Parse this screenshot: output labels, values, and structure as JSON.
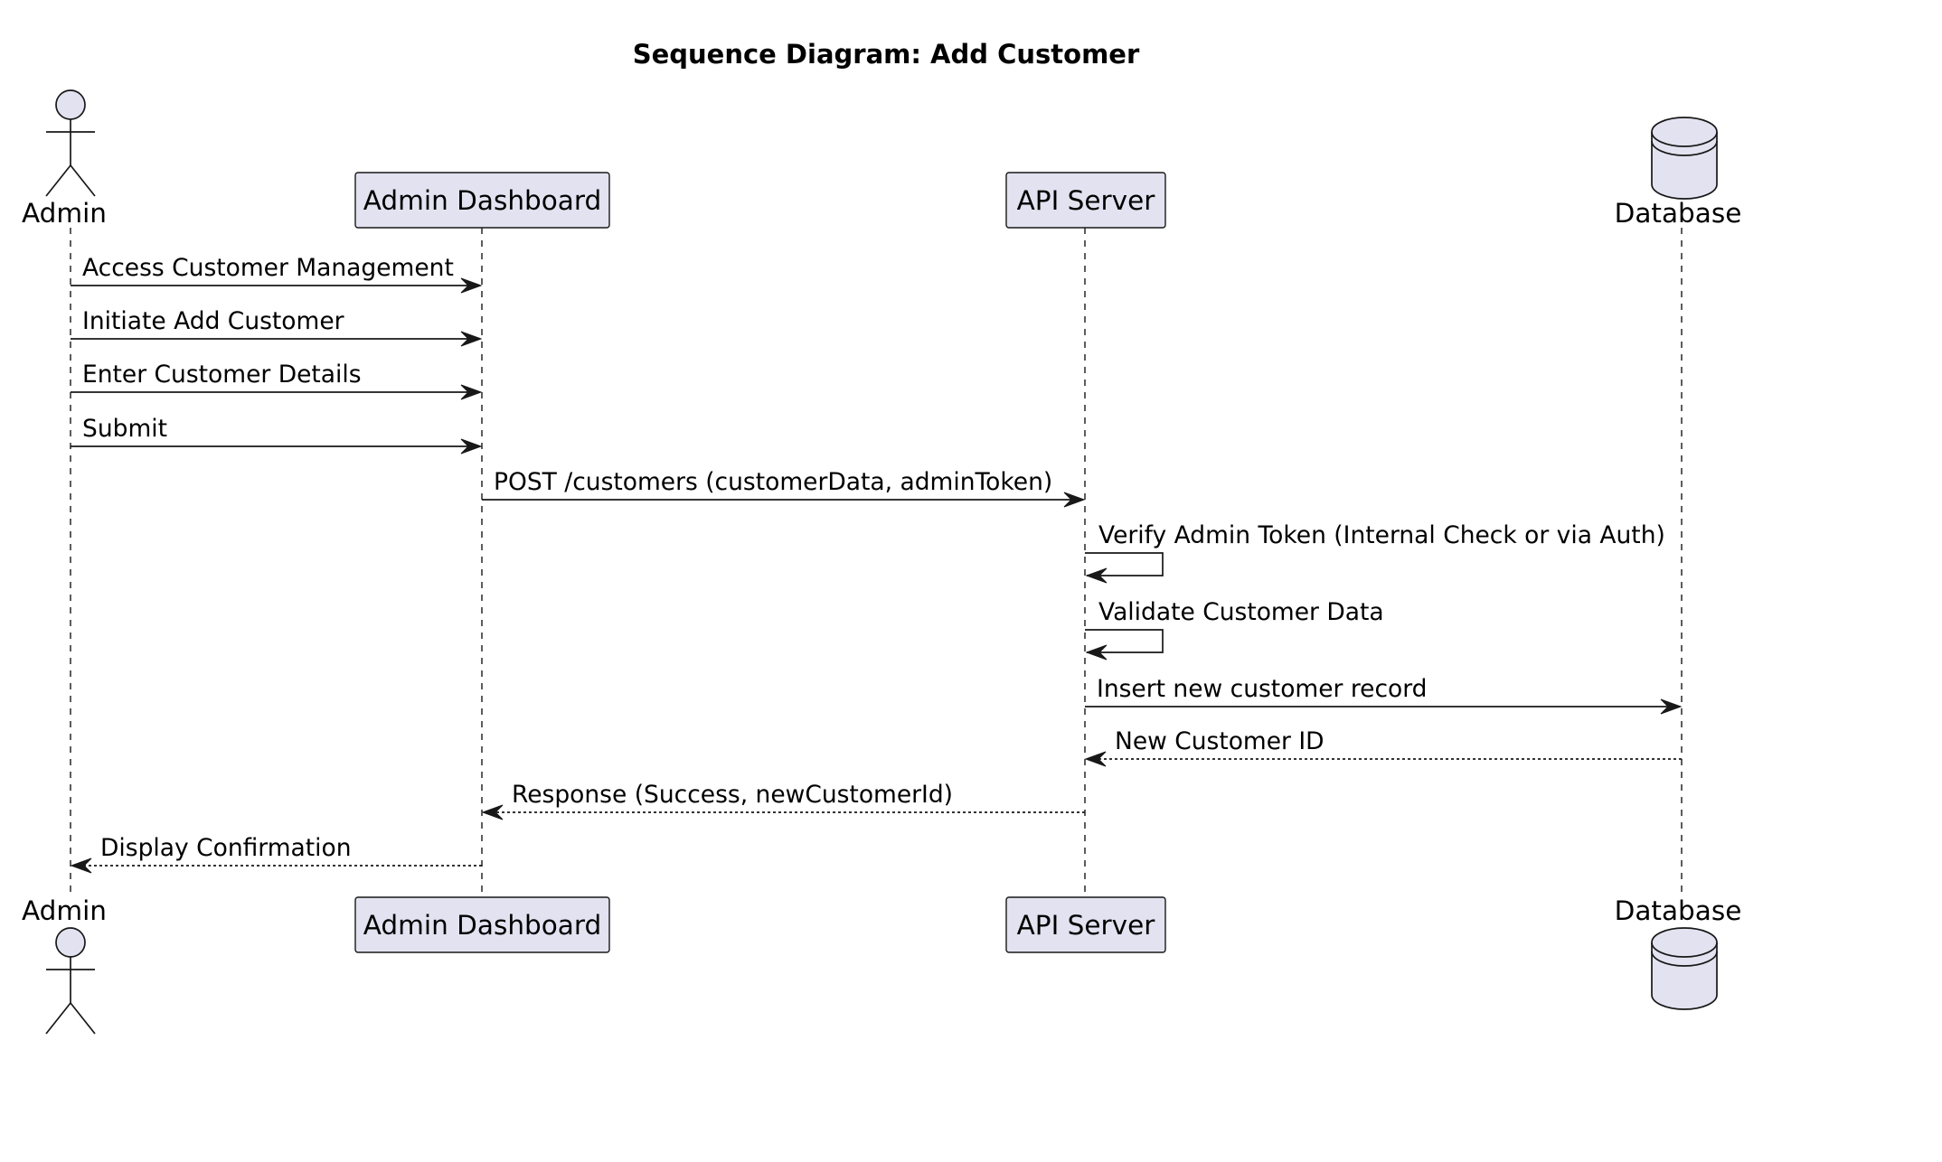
{
  "diagram": {
    "title": "Sequence Diagram: Add Customer",
    "participants": [
      {
        "id": "admin",
        "label": "Admin",
        "kind": "actor"
      },
      {
        "id": "dashboard",
        "label": "Admin Dashboard",
        "kind": "participant"
      },
      {
        "id": "api",
        "label": "API Server",
        "kind": "participant"
      },
      {
        "id": "db",
        "label": "Database",
        "kind": "database"
      }
    ],
    "messages": [
      {
        "from": "admin",
        "to": "dashboard",
        "label": "Access Customer Management",
        "style": "solid"
      },
      {
        "from": "admin",
        "to": "dashboard",
        "label": "Initiate Add Customer",
        "style": "solid"
      },
      {
        "from": "admin",
        "to": "dashboard",
        "label": "Enter Customer Details",
        "style": "solid"
      },
      {
        "from": "admin",
        "to": "dashboard",
        "label": "Submit",
        "style": "solid"
      },
      {
        "from": "dashboard",
        "to": "api",
        "label": "POST /customers (customerData, adminToken)",
        "style": "solid"
      },
      {
        "from": "api",
        "to": "api",
        "label": "Verify Admin Token (Internal Check or via Auth)",
        "style": "solid"
      },
      {
        "from": "api",
        "to": "api",
        "label": "Validate Customer Data",
        "style": "solid"
      },
      {
        "from": "api",
        "to": "db",
        "label": "Insert new customer record",
        "style": "solid"
      },
      {
        "from": "db",
        "to": "api",
        "label": "New Customer ID",
        "style": "dashed"
      },
      {
        "from": "api",
        "to": "dashboard",
        "label": "Response (Success, newCustomerId)",
        "style": "dashed"
      },
      {
        "from": "dashboard",
        "to": "admin",
        "label": "Display Confirmation",
        "style": "dashed"
      }
    ],
    "colors": {
      "participant_fill": "#E2E2F0",
      "line": "#181818",
      "text": "#000000",
      "background": "#FFFFFF"
    }
  }
}
